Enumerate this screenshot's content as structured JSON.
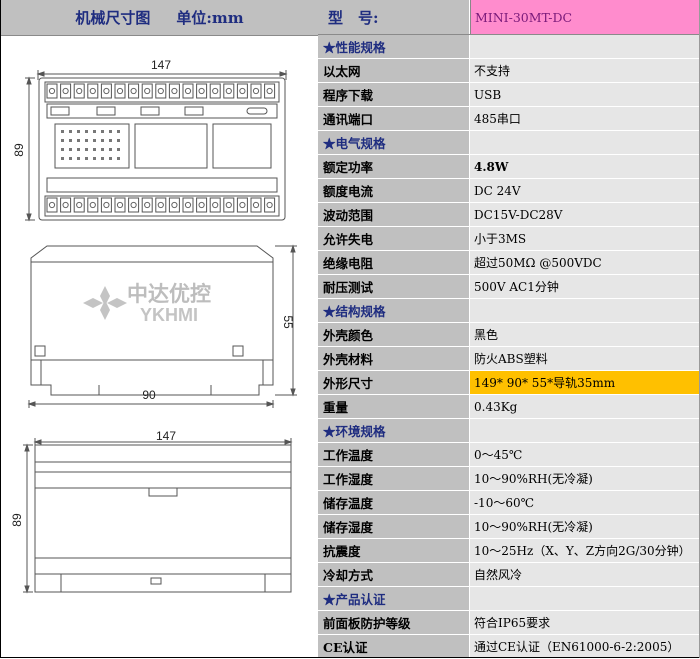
{
  "left": {
    "title": "机械尺寸图",
    "unit": "单位:mm",
    "top_view": {
      "width_label": "147",
      "height_label": "89"
    },
    "side_view": {
      "width_label": "90",
      "height_label": "55",
      "brand_cn": "中达优控",
      "brand_en": "YKHMI"
    },
    "bottom_view": {
      "width_label": "147",
      "height_label": "89"
    }
  },
  "table": {
    "model_label": "型　号:",
    "model_value": "MINI-30MT-DC",
    "rows": [
      {
        "type": "section",
        "label": "★性能规格",
        "value": ""
      },
      {
        "type": "item",
        "label": "以太网",
        "value": "不支持"
      },
      {
        "type": "item",
        "label": "程序下载",
        "value": "USB"
      },
      {
        "type": "item",
        "label": "通讯端口",
        "value": "485串口"
      },
      {
        "type": "section",
        "label": "★电气规格",
        "value": ""
      },
      {
        "type": "item",
        "label": "额定功率",
        "value": "4.8W",
        "bold": true
      },
      {
        "type": "item",
        "label": "额度电流",
        "value": "DC 24V"
      },
      {
        "type": "item",
        "label": "波动范围",
        "value": "DC15V-DC28V"
      },
      {
        "type": "item",
        "label": "允许失电",
        "value": "小于3MS"
      },
      {
        "type": "item",
        "label": "绝缘电阻",
        "value": "超过50MΩ @500VDC"
      },
      {
        "type": "item",
        "label": "耐压测试",
        "value": "500V AC1分钟"
      },
      {
        "type": "section",
        "label": "★结构规格",
        "value": ""
      },
      {
        "type": "item",
        "label": "外壳颜色",
        "value": "黑色"
      },
      {
        "type": "item",
        "label": "外壳材料",
        "value": "防火ABS塑料"
      },
      {
        "type": "item",
        "label": "外形尺寸",
        "value": "149* 90* 55*导轨35mm",
        "highlight": true
      },
      {
        "type": "item",
        "label": "重量",
        "value": "0.43Kg"
      },
      {
        "type": "section",
        "label": "★环境规格",
        "value": ""
      },
      {
        "type": "item",
        "label": "工作温度",
        "value": "0～45℃"
      },
      {
        "type": "item",
        "label": "工作湿度",
        "value": "10～90%RH(无冷凝)"
      },
      {
        "type": "item",
        "label": "储存温度",
        "value": "-10～60℃"
      },
      {
        "type": "item",
        "label": "储存湿度",
        "value": "10～90%RH(无冷凝)"
      },
      {
        "type": "item",
        "label": "抗震度",
        "value": "10～25Hz（X、Y、Z方向2G/30分钟）"
      },
      {
        "type": "item",
        "label": "冷却方式",
        "value": "自然风冷"
      },
      {
        "type": "section",
        "label": "★产品认证",
        "value": ""
      },
      {
        "type": "item",
        "label": "前面板防护等级",
        "value": "符合IP65要求"
      },
      {
        "type": "item",
        "label": "CE认证",
        "value": "通过CE认证（EN61000-6-2:2005）"
      }
    ]
  },
  "colors": {
    "label_bg": "#c0c0c0",
    "value_bg": "#e6e6e6",
    "section_text": "#1f2d80",
    "model_bg": "#ff8ccd",
    "highlight_bg": "#ffc000"
  }
}
